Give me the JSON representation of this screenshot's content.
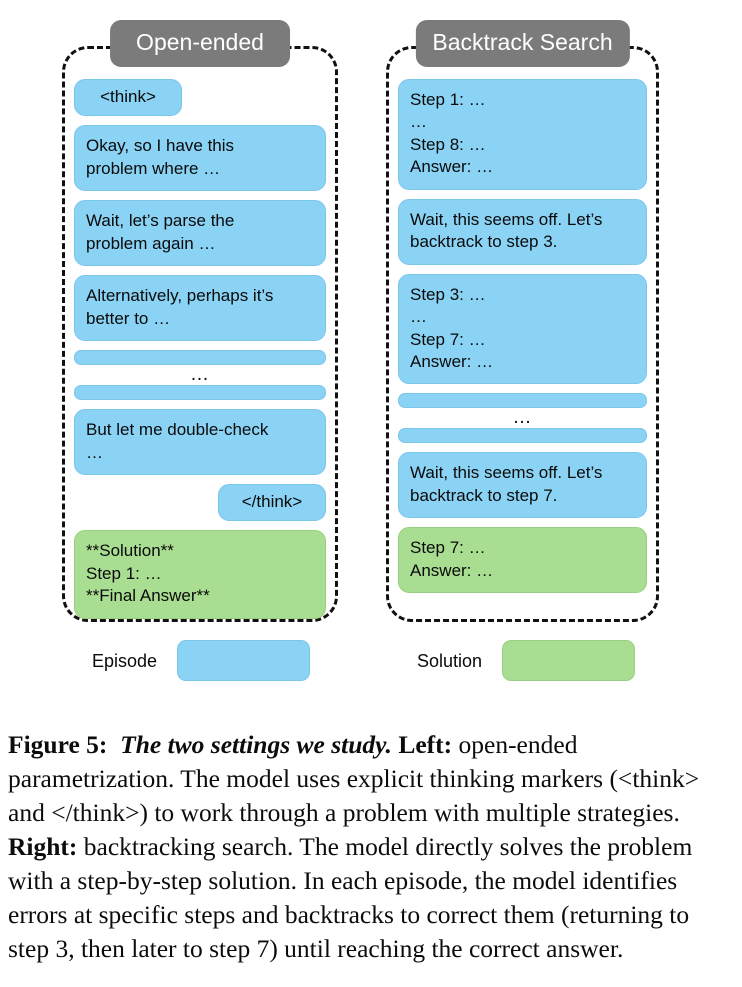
{
  "figure": {
    "columns": [
      {
        "id": "open-ended",
        "title": "Open-ended",
        "blocks": [
          {
            "kind": "tag",
            "align": "left",
            "color": "blue",
            "text": "<think>"
          },
          {
            "kind": "bubble",
            "color": "blue",
            "text": "Okay, so I have this\nproblem where …"
          },
          {
            "kind": "bubble",
            "color": "blue",
            "text": "Wait, let’s parse the\nproblem again …"
          },
          {
            "kind": "bubble",
            "color": "blue",
            "text": "Alternatively, perhaps it’s\nbetter to …"
          },
          {
            "kind": "ellipsis",
            "color": "blue",
            "text": "…"
          },
          {
            "kind": "bubble",
            "color": "blue",
            "text": "But let me double-check\n…"
          },
          {
            "kind": "tag",
            "align": "right",
            "color": "blue",
            "text": "</think>"
          },
          {
            "kind": "bubble",
            "color": "green",
            "text": "**Solution**\nStep 1: …\n**Final Answer**"
          }
        ]
      },
      {
        "id": "backtrack-search",
        "title": "Backtrack Search",
        "blocks": [
          {
            "kind": "bubble",
            "color": "blue",
            "text": "Step 1: …\n…\nStep 8: …\nAnswer: …"
          },
          {
            "kind": "bubble",
            "color": "blue",
            "text": "Wait, this seems off. Let’s\nbacktrack to step 3."
          },
          {
            "kind": "bubble",
            "color": "blue",
            "text": "Step 3: …\n…\nStep 7: …\nAnswer: …"
          },
          {
            "kind": "ellipsis",
            "color": "blue",
            "text": "…"
          },
          {
            "kind": "bubble",
            "color": "blue",
            "text": "Wait, this seems off. Let’s\nbacktrack to step 7."
          },
          {
            "kind": "bubble",
            "color": "green",
            "text": "Step 7: …\nAnswer: …"
          }
        ]
      }
    ],
    "legend": [
      {
        "label": "Episode",
        "color": "blue"
      },
      {
        "label": "Solution",
        "color": "green"
      }
    ],
    "colors": {
      "episode_blue": "#8ad3f5",
      "solution_green": "#a9dd91",
      "title_pill_grey": "#7b7b7b",
      "dashed_border": "#111111",
      "text": "#0a0a0a"
    }
  },
  "caption": {
    "label": "Figure 5:",
    "emphasis": "The two settings we study.",
    "left_tag": "Left:",
    "left_text": " open-ended parametrization. The model uses explicit thinking markers (<think> and </think>) to work through a problem with multiple strategies. ",
    "right_tag": "Right:",
    "right_text": " backtracking search. The model directly solves the problem with a step-by-step solution. In each episode, the model identifies errors at specific steps and backtracks to correct them (returning to step 3, then later to step 7) until reaching the correct answer."
  }
}
